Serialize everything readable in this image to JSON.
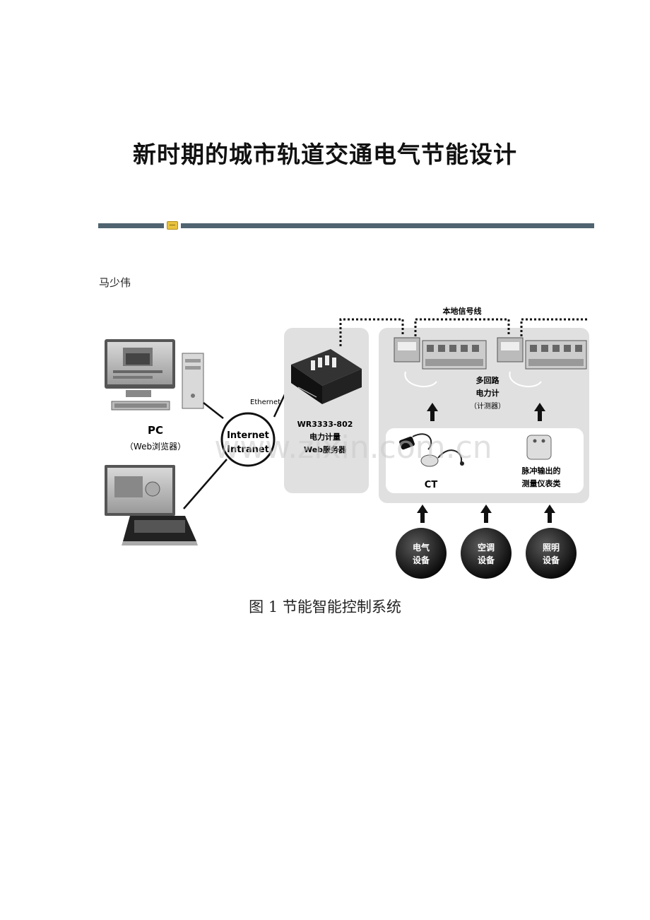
{
  "document": {
    "title": "新时期的城市轨道交通电气节能设计",
    "author": "马少伟",
    "caption": "图 1 节能智能控制系统"
  },
  "figure": {
    "local_signal_line": "本地信号线",
    "ethernet": "Ethernet",
    "internet": "Internet",
    "intranet": "Intranet",
    "pc_label": "PC",
    "pc_sub": "（Web浏览器）",
    "server_line1": "WR3333-802",
    "server_line2": "电力计量",
    "server_line3": "Web服务器",
    "meter_line1": "多回路",
    "meter_line2": "电力计",
    "meter_line3": "（计测器）",
    "ct_label": "CT",
    "pulse_line1": "脉冲输出的",
    "pulse_line2": "测量仪表类",
    "equip1_line1": "电气",
    "equip1_line2": "设备",
    "equip2_line1": "空调",
    "equip2_line2": "设备",
    "equip3_line1": "照明",
    "equip3_line2": "设备",
    "watermark": "www.zixin.com.cn"
  }
}
